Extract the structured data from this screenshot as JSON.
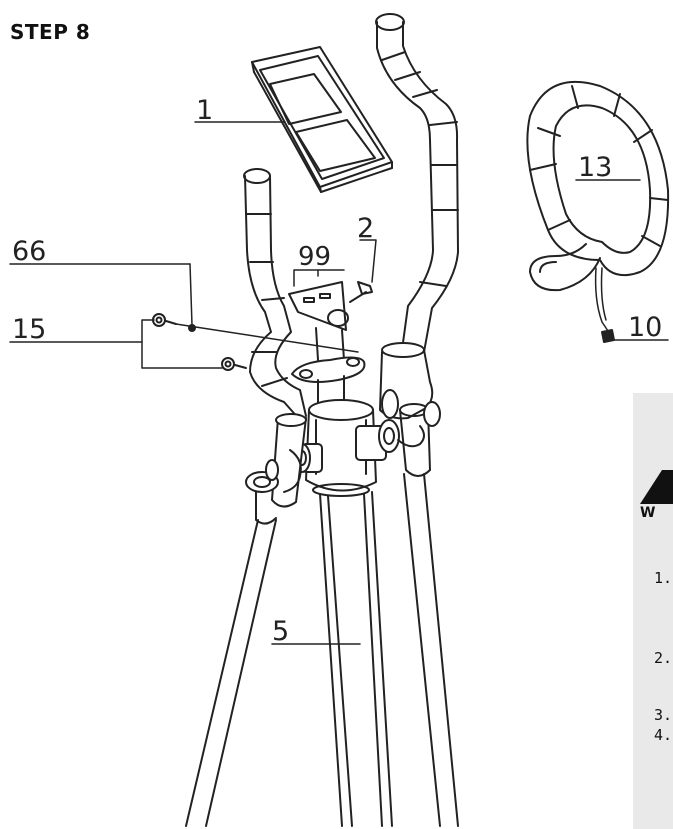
{
  "title": "STEP 8",
  "labels": {
    "console": "1",
    "bolt_2": "2",
    "part_99": "99",
    "part_66": "66",
    "part_15": "15",
    "part_13": "13",
    "part_10": "10",
    "part_5": "5"
  },
  "warning": {
    "heading_fragment": "W",
    "items": [
      "1.",
      "2.",
      "3.",
      "4."
    ]
  },
  "icons": {
    "warning": "warning-triangle-icon"
  },
  "colors": {
    "line": "#222222",
    "panel": "#e9e9e9"
  }
}
